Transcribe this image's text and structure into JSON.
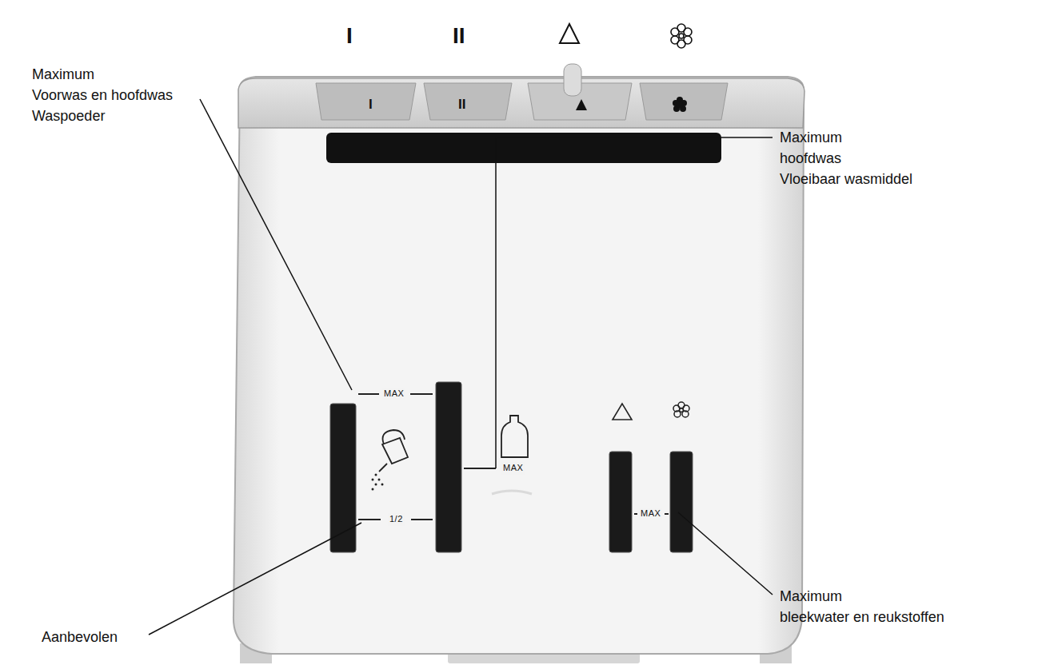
{
  "diagram": {
    "labels": [
      "I",
      "II",
      "I",
      "II",
      "Maximum Voorwas en hoofdwas Waspoeder",
      "Maximum hoofdwas Vloeibaar wasmiddel",
      "MAX",
      "MAX",
      "MAX",
      "1/2",
      "Maximum bleekwater en reukstoffen",
      "Aanbevolen"
    ]
  }
}
